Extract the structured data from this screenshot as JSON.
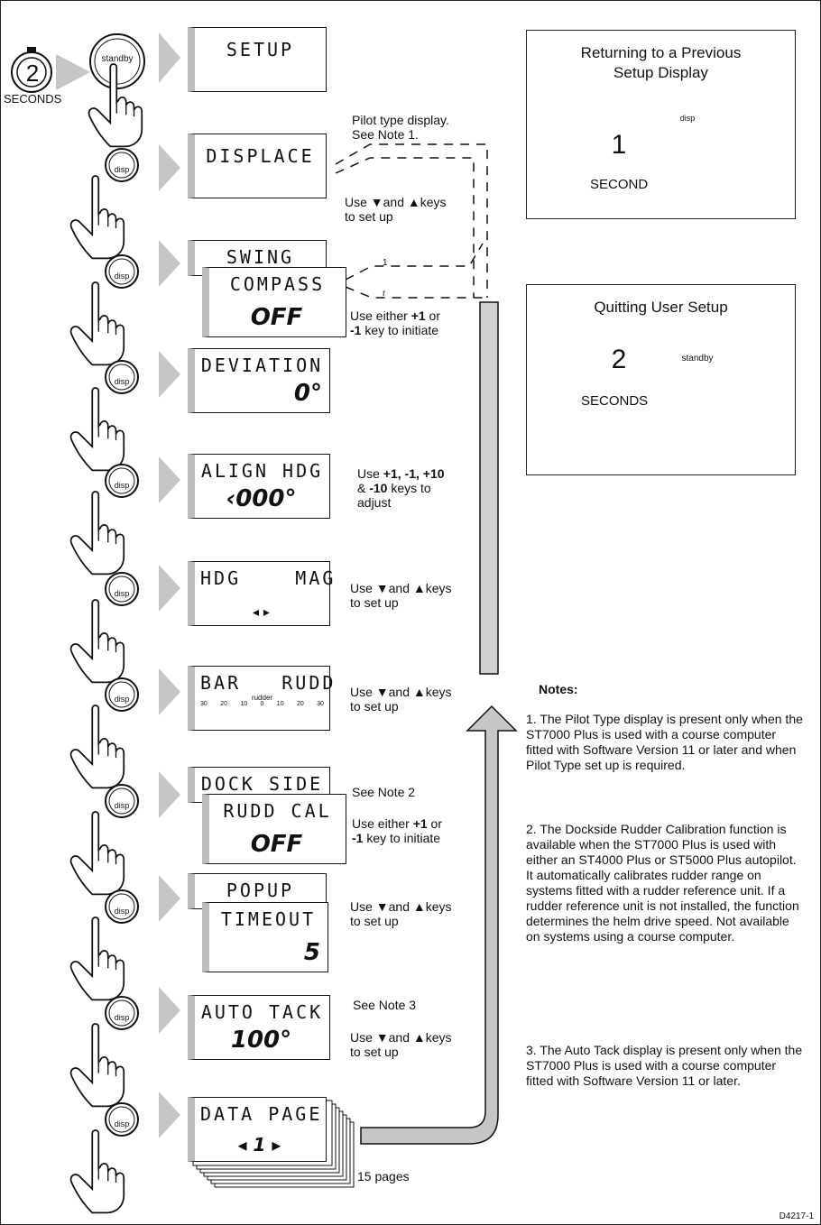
{
  "start": {
    "timer_value": "2",
    "timer_label": "SECONDS",
    "button_label": "standby"
  },
  "disp_button_label": "disp",
  "displays": [
    {
      "id": "setup",
      "line1": "SETUP"
    },
    {
      "id": "displace",
      "line1": "DISPLACE"
    },
    {
      "id": "swing",
      "line1": "SWING"
    },
    {
      "id": "compass",
      "line1": "COMPASS",
      "line2": "OFF"
    },
    {
      "id": "deviation",
      "line1": "DEVIATION",
      "line2": "0°"
    },
    {
      "id": "align",
      "line1": "ALIGN HDG",
      "line2": "‹000°"
    },
    {
      "id": "hdg",
      "line1": "HDG    MAG",
      "line2": "◂       ▸"
    },
    {
      "id": "bar",
      "line1": "BAR   RUDD",
      "line2": "rudder"
    },
    {
      "id": "dockside",
      "line1": "DOCK SIDE"
    },
    {
      "id": "ruddcal",
      "line1": "RUDD CAL",
      "line2": "OFF"
    },
    {
      "id": "popup",
      "line1": "POPUP"
    },
    {
      "id": "timeout",
      "line1": "TIMEOUT",
      "line2": "5"
    },
    {
      "id": "autotack",
      "line1": "AUTO TACK",
      "line2": "100°"
    },
    {
      "id": "datapage",
      "line1": "DATA PAGE",
      "line2": "◂ 1 ▸"
    }
  ],
  "bar_scale_ticks": [
    "30",
    "20",
    "10",
    "0",
    "10",
    "20",
    "30"
  ],
  "annotations": {
    "pilot_type_1": "Pilot type display.",
    "pilot_type_2": "See Note 1.",
    "use_keys_1": "Use ▼and ▲keys",
    "use_keys_2": "to set up",
    "either_1a": "Use either ",
    "either_1b": "+1",
    "either_1c": " or",
    "either_2a": "-1",
    "either_2b": " key to initiate",
    "align_1a": "Use ",
    "align_1b": "+1, -1, +10",
    "align_2a": "& ",
    "align_2b": "-10",
    "align_2c": " keys to",
    "align_3": "adjust",
    "see_note_2": "See Note 2",
    "see_note_3": "See Note 3",
    "pages": "15 pages",
    "marker_1": "1",
    "marker_r": "r"
  },
  "panel_return": {
    "title_1": "Returning to a Previous",
    "title_2": "Setup Display",
    "timer_value": "1",
    "timer_label": "SECOND",
    "button_label": "disp"
  },
  "panel_quit": {
    "title": "Quitting User Setup",
    "timer_value": "2",
    "timer_label": "SECONDS",
    "button_label": "standby"
  },
  "notes": {
    "heading": "Notes:",
    "note1": "1. The Pilot Type display is present only when the ST7000 Plus is used with a course computer fitted with Software Version 11 or later and when Pilot Type set up is required.",
    "note2": "2. The Dockside Rudder Calibration function is available when the ST7000 Plus is used with either an ST4000 Plus or ST5000 Plus autopilot. It automatically calibrates rudder range on systems fitted with a rudder reference unit.  If a rudder reference unit is not installed, the function determines the helm drive speed.  Not available on systems using a course computer.",
    "note3": "3. The Auto Tack display is present only when the ST7000 Plus is used with a course computer fitted with Software Version 11 or later."
  },
  "doc_id": "D4217-1",
  "colors": {
    "arrow_fill": "#c6c6c6",
    "lcd_edge": "#bdbdbd",
    "line": "#111111"
  }
}
